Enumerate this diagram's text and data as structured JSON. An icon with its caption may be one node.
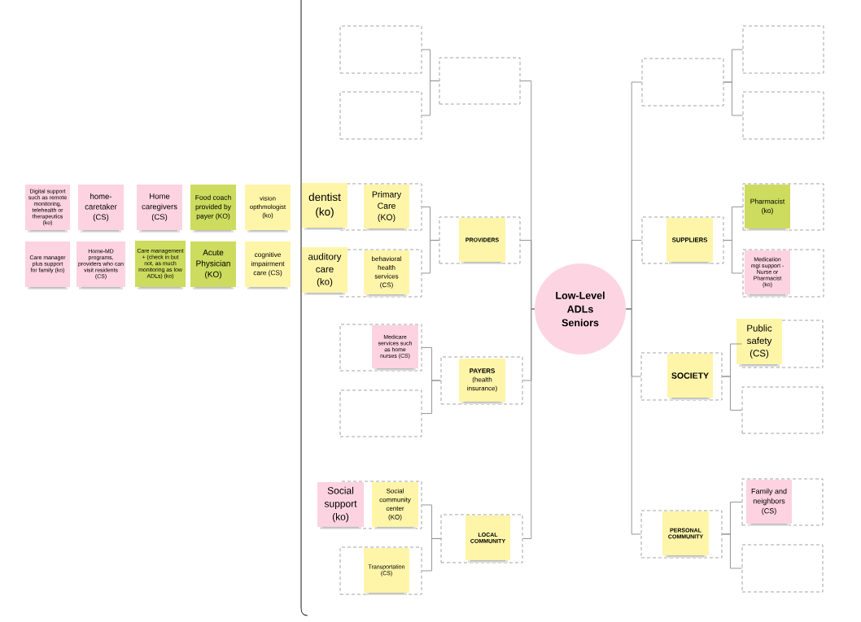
{
  "diagram": {
    "nodes": [
      {
        "text": [
          "Digital support such as remote monitoring, telehealth or therapeutics (ko)"
        ]
      },
      {
        "text": [
          "home-caretaker (CS)"
        ]
      },
      {
        "text": [
          "Home caregivers (CS)"
        ]
      },
      {
        "text": [
          "Food coach provided by payer (KO)"
        ]
      },
      {
        "text": [
          "vision opthmologist (ko)"
        ]
      },
      {
        "text": [
          "Care manager plus support for family (ko)"
        ]
      },
      {
        "text": [
          "Home-MD programs, providers who can visit residents (CS)"
        ]
      },
      {
        "text": [
          "Care management + (check in but not, as much monitoring as low ADLs) (ko)"
        ]
      },
      {
        "text": [
          "Acute Physician (KO)"
        ]
      },
      {
        "text": [
          "cognitive impairment care (CS)"
        ]
      },
      {
        "text": [
          "Low-Level ADLs Seniors"
        ]
      },
      {
        "text": [],
        "shape": "box"
      },
      {
        "text": [],
        "shape": "box"
      },
      {
        "text": [],
        "shape": "box"
      },
      {
        "text": [],
        "shape": "box"
      },
      {
        "text": [
          "PROVIDERS"
        ],
        "in": 14
      },
      {
        "text": [],
        "shape": "box"
      },
      {
        "text": [
          "dentist (ko)"
        ]
      },
      {
        "text": [
          "Primary Care (KO)"
        ],
        "in": 16
      },
      {
        "text": [],
        "shape": "box"
      },
      {
        "text": [
          "auditory care (ko)"
        ]
      },
      {
        "text": [
          "behavioral health services (CS)"
        ],
        "in": 19
      },
      {
        "text": [],
        "shape": "box"
      },
      {
        "text": [
          "**PAYERS** (health insurance)"
        ],
        "in": 22
      },
      {
        "text": [],
        "shape": "box"
      },
      {
        "text": [
          "Medicare services such as home nurses (CS)"
        ],
        "in": 24
      },
      {
        "text": [],
        "shape": "box"
      },
      {
        "text": [],
        "shape": "box"
      },
      {
        "text": [
          "LOCAL COMMUNITY"
        ],
        "in": 27
      },
      {
        "text": [],
        "shape": "box"
      },
      {
        "text": [
          "Social support (ko)"
        ]
      },
      {
        "text": [
          "Social community center (KO)"
        ],
        "in": 29
      },
      {
        "text": [],
        "shape": "box"
      },
      {
        "text": [
          "Transportation (CS)"
        ],
        "in": 32
      },
      {
        "text": [],
        "shape": "box"
      },
      {
        "text": [],
        "shape": "box"
      },
      {
        "text": [],
        "shape": "box"
      },
      {
        "text": [],
        "shape": "box"
      },
      {
        "text": [
          "SUPPLIERS"
        ],
        "in": 37
      },
      {
        "text": [],
        "shape": "box"
      },
      {
        "text": [
          "Pharmacist (ko)"
        ],
        "in": 39
      },
      {
        "text": [],
        "shape": "box"
      },
      {
        "text": [
          "Medication mgt support - Nurse or Pharmacist (ko)"
        ],
        "in": 41
      },
      {
        "text": [],
        "shape": "box"
      },
      {
        "text": [
          "SOCIETY"
        ],
        "in": 43
      },
      {
        "text": [],
        "shape": "box"
      },
      {
        "text": [
          "Public safety (CS)"
        ]
      },
      {
        "text": [],
        "shape": "box"
      },
      {
        "text": [],
        "shape": "box"
      },
      {
        "text": [
          "PERSONAL COMMUNITY"
        ],
        "in": 48
      },
      {
        "text": [],
        "shape": "box"
      },
      {
        "text": [
          "Family and neighbors (CS)"
        ],
        "in": 50
      },
      {
        "text": [],
        "shape": "box"
      }
    ],
    "edges": [
      {
        "from": 10,
        "to": 11,
        "arrow": "none"
      },
      {
        "from": 10,
        "to": 14,
        "arrow": "none"
      },
      {
        "from": 10,
        "to": 22,
        "arrow": "none"
      },
      {
        "from": 10,
        "to": 27,
        "arrow": "none"
      },
      {
        "from": 10,
        "to": 34,
        "arrow": "none"
      },
      {
        "from": 10,
        "to": 37,
        "arrow": "none"
      },
      {
        "from": 10,
        "to": 43,
        "arrow": "none"
      },
      {
        "from": 10,
        "to": 48,
        "arrow": "none"
      },
      {
        "from": 11,
        "to": 12,
        "arrow": "none"
      },
      {
        "from": 11,
        "to": 13,
        "arrow": "none"
      },
      {
        "from": 14,
        "to": 16,
        "arrow": "none"
      },
      {
        "from": 14,
        "to": 19,
        "arrow": "none"
      },
      {
        "from": 22,
        "to": 24,
        "arrow": "none"
      },
      {
        "from": 22,
        "to": 26,
        "arrow": "none"
      },
      {
        "from": 27,
        "to": 29,
        "arrow": "none"
      },
      {
        "from": 27,
        "to": 32,
        "arrow": "none"
      },
      {
        "from": 34,
        "to": 35,
        "arrow": "none"
      },
      {
        "from": 34,
        "to": 36,
        "arrow": "none"
      },
      {
        "from": 37,
        "to": 39,
        "arrow": "none"
      },
      {
        "from": 37,
        "to": 41,
        "arrow": "none"
      },
      {
        "from": 43,
        "to": 45,
        "arrow": "none"
      },
      {
        "from": 43,
        "to": 47,
        "arrow": "none"
      },
      {
        "from": 48,
        "to": 50,
        "arrow": "none"
      },
      {
        "from": 48,
        "to": 52,
        "arrow": "none"
      }
    ]
  }
}
